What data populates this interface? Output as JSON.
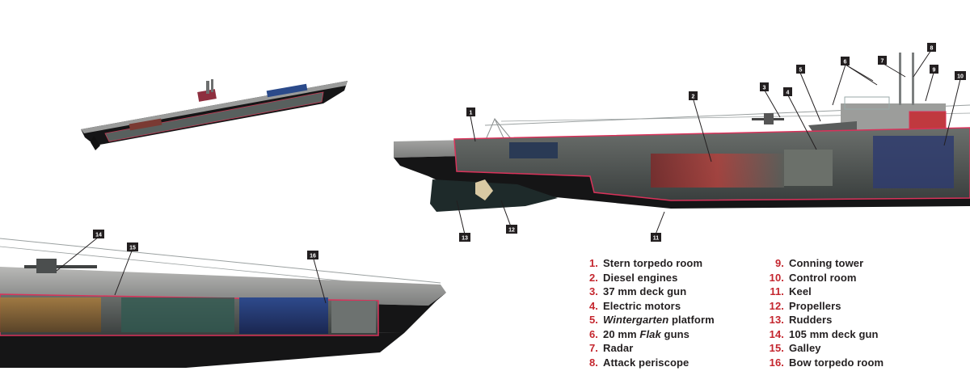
{
  "figure": {
    "subject": "Type IX U-boat cutaway",
    "colors": {
      "hull_dark": "#151516",
      "deck_gray": "#8e8f8f",
      "hull_outline": "#d9325a",
      "callout_box": "#231f20",
      "legend_number": "#c4262e",
      "legend_text": "#231f20"
    }
  },
  "callouts": [
    {
      "number": "1",
      "label": "Stern torpedo room"
    },
    {
      "number": "2",
      "label": "Diesel engines"
    },
    {
      "number": "3",
      "label": "37 mm deck gun"
    },
    {
      "number": "4",
      "label": "Electric motors"
    },
    {
      "number": "5",
      "label": "Wintergarten platform"
    },
    {
      "number": "6",
      "label": "20 mm Flak guns"
    },
    {
      "number": "7",
      "label": "Radar"
    },
    {
      "number": "8",
      "label": "Attack periscope"
    },
    {
      "number": "9",
      "label": "Conning tower"
    },
    {
      "number": "10",
      "label": "Control room"
    },
    {
      "number": "11",
      "label": "Keel"
    },
    {
      "number": "12",
      "label": "Propellers"
    },
    {
      "number": "13",
      "label": "Rudders"
    },
    {
      "number": "14",
      "label": "105 mm deck gun"
    },
    {
      "number": "15",
      "label": "Galley"
    },
    {
      "number": "16",
      "label": "Bow torpedo room"
    }
  ],
  "legend": {
    "left": [
      {
        "num": "1.",
        "pre": "Stern torpedo room",
        "ital": "",
        "post": ""
      },
      {
        "num": "2.",
        "pre": "Diesel engines",
        "ital": "",
        "post": ""
      },
      {
        "num": "3.",
        "pre": "37 mm deck gun",
        "ital": "",
        "post": ""
      },
      {
        "num": "4.",
        "pre": "Electric motors",
        "ital": "",
        "post": ""
      },
      {
        "num": "5.",
        "pre": "",
        "ital": "Wintergarten",
        "post": " platform"
      },
      {
        "num": "6.",
        "pre": "20 mm ",
        "ital": "Flak",
        "post": " guns"
      },
      {
        "num": "7.",
        "pre": "Radar",
        "ital": "",
        "post": ""
      },
      {
        "num": "8.",
        "pre": "Attack periscope",
        "ital": "",
        "post": ""
      }
    ],
    "right": [
      {
        "num": "9.",
        "pre": "Conning tower",
        "ital": "",
        "post": ""
      },
      {
        "num": "10.",
        "pre": "Control room",
        "ital": "",
        "post": ""
      },
      {
        "num": "11.",
        "pre": "Keel",
        "ital": "",
        "post": ""
      },
      {
        "num": "12.",
        "pre": "Propellers",
        "ital": "",
        "post": ""
      },
      {
        "num": "13.",
        "pre": "Rudders",
        "ital": "",
        "post": ""
      },
      {
        "num": "14.",
        "pre": "105 mm deck gun",
        "ital": "",
        "post": ""
      },
      {
        "num": "15.",
        "pre": "Galley",
        "ital": "",
        "post": ""
      },
      {
        "num": "16.",
        "pre": "Bow torpedo room",
        "ital": "",
        "post": ""
      }
    ]
  }
}
